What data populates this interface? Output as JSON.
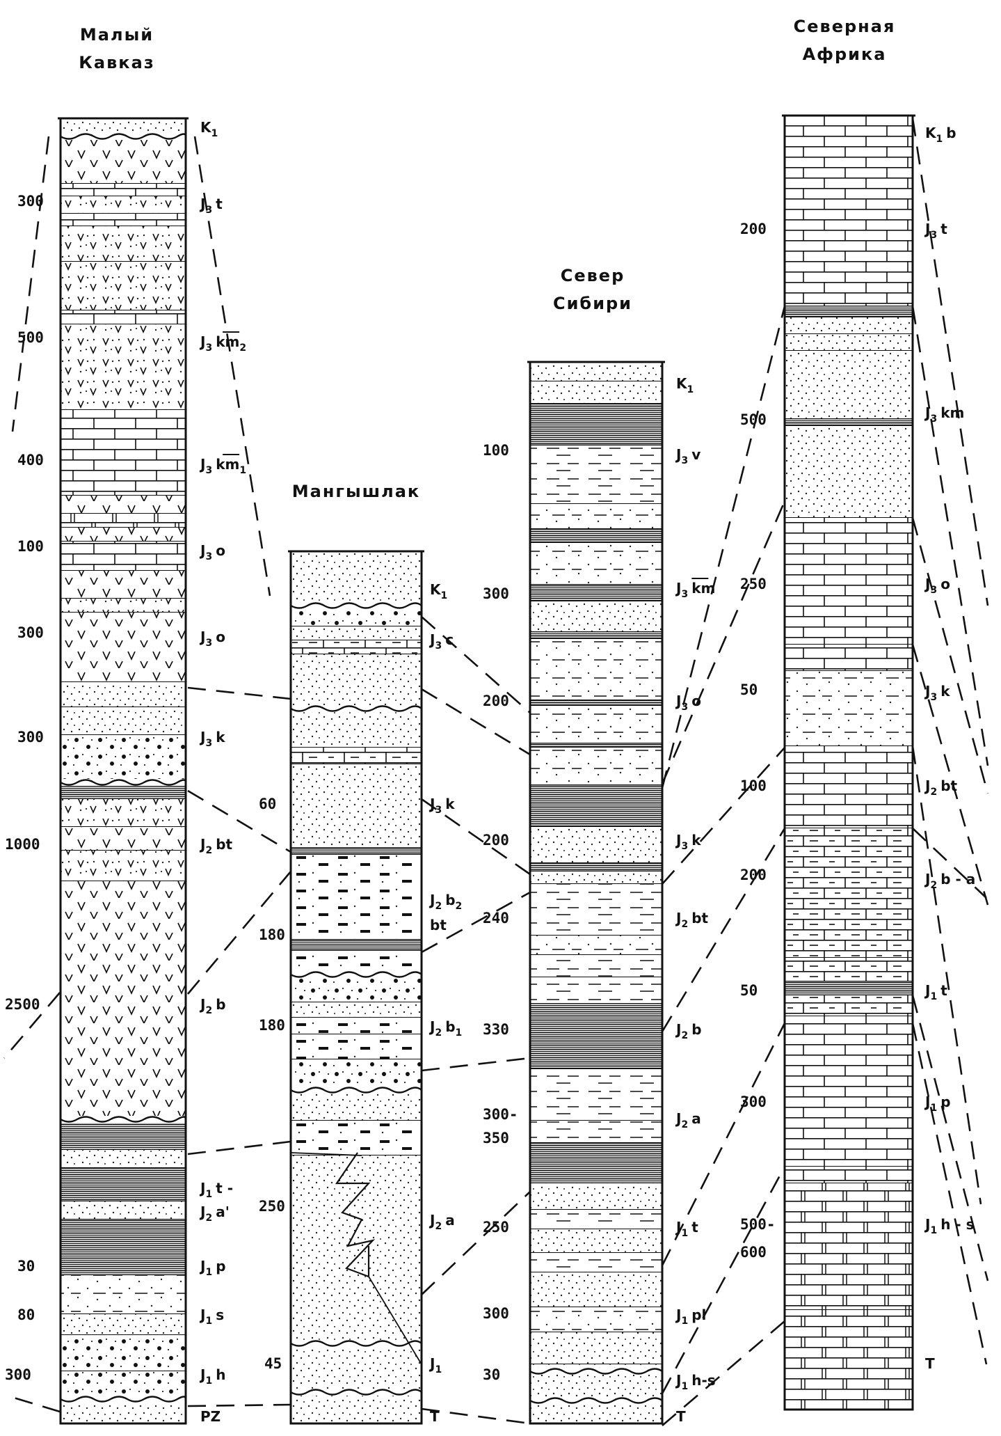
{
  "titles": {
    "malyi_kavkaz": [
      "Малый",
      "Кавказ"
    ],
    "mangyshlak": [
      "Мангышлак"
    ],
    "sever_sibiri": [
      "Север",
      "Сибири"
    ],
    "severnaya_afrika": [
      "Северная",
      "Африка"
    ]
  },
  "malyi_kavkaz": {
    "thickness": [
      "300",
      "500",
      "400",
      "100",
      "300",
      "300",
      "1000",
      "2500",
      "30",
      "80",
      "300"
    ],
    "units": [
      {
        "main": "K",
        "idx": "1",
        "rest": ""
      },
      {
        "main": "J",
        "idx": "3",
        "rest": "t"
      },
      {
        "main": "J",
        "idx": "3",
        "rest": "km",
        "bar": true,
        "sub2": "2"
      },
      {
        "main": "J",
        "idx": "3",
        "rest": "km",
        "bar": true,
        "sub2": "1"
      },
      {
        "main": "J",
        "idx": "3",
        "rest": "o"
      },
      {
        "main": "J",
        "idx": "3",
        "rest": "o"
      },
      {
        "main": "J",
        "idx": "3",
        "rest": "k"
      },
      {
        "main": "J",
        "idx": "2",
        "rest": "bt"
      },
      {
        "main": "J",
        "idx": "2",
        "rest": "b"
      },
      {
        "main": "J",
        "idx": "1",
        "rest": "t -"
      },
      {
        "main": "J",
        "idx": "2",
        "rest": "a'"
      },
      {
        "main": "J",
        "idx": "1",
        "rest": "p"
      },
      {
        "main": "J",
        "idx": "1",
        "rest": "s"
      },
      {
        "main": "J",
        "idx": "1",
        "rest": "h"
      },
      {
        "main": "PZ",
        "idx": "",
        "rest": ""
      }
    ]
  },
  "mangyshlak": {
    "thickness": [
      "60",
      "180",
      "180",
      "250",
      "45"
    ],
    "units": [
      {
        "main": "K",
        "idx": "1",
        "rest": ""
      },
      {
        "main": "J",
        "idx": "3",
        "rest": "c"
      },
      {
        "main": "J",
        "idx": "3",
        "rest": "k"
      },
      {
        "main": "J",
        "idx": "2",
        "rest": "b",
        "sub2": "2"
      },
      {
        "main": "bt",
        "idx": "",
        "rest": ""
      },
      {
        "main": "J",
        "idx": "2",
        "rest": "b",
        "sub2": "1"
      },
      {
        "main": "J",
        "idx": "2",
        "rest": "a"
      },
      {
        "main": "J",
        "idx": "1",
        "rest": ""
      },
      {
        "main": "T",
        "idx": "",
        "rest": ""
      }
    ]
  },
  "sever_sibiri": {
    "thickness": [
      "100",
      "300",
      "200",
      "200",
      "240",
      "330",
      "300-",
      "350",
      "250",
      "300",
      "30"
    ],
    "units": [
      {
        "main": "K",
        "idx": "1",
        "rest": ""
      },
      {
        "main": "J",
        "idx": "3",
        "rest": "v"
      },
      {
        "main": "J",
        "idx": "3",
        "rest": "km",
        "bar": true
      },
      {
        "main": "J",
        "idx": "3",
        "rest": "o"
      },
      {
        "main": "J",
        "idx": "3",
        "rest": "k"
      },
      {
        "main": "J",
        "idx": "2",
        "rest": "bt"
      },
      {
        "main": "J",
        "idx": "2",
        "rest": "b"
      },
      {
        "main": "J",
        "idx": "2",
        "rest": "a"
      },
      {
        "main": "J",
        "idx": "1",
        "rest": "t"
      },
      {
        "main": "J",
        "idx": "1",
        "rest": "pl"
      },
      {
        "main": "J",
        "idx": "1",
        "rest": "h-s"
      },
      {
        "main": "T",
        "idx": "",
        "rest": ""
      }
    ]
  },
  "severnaya_afrika": {
    "thickness": [
      "200",
      "500",
      "250",
      "50",
      "100",
      "200",
      "50",
      "300",
      "500-",
      "600"
    ],
    "units": [
      {
        "main": "K",
        "idx": "1",
        "rest": "b"
      },
      {
        "main": "J",
        "idx": "3",
        "rest": "t"
      },
      {
        "main": "J",
        "idx": "3",
        "rest": "km"
      },
      {
        "main": "J",
        "idx": "3",
        "rest": "o"
      },
      {
        "main": "J",
        "idx": "3",
        "rest": "k"
      },
      {
        "main": "J",
        "idx": "2",
        "rest": "bt"
      },
      {
        "main": "J",
        "idx": "2",
        "rest": "b - a"
      },
      {
        "main": "J",
        "idx": "1",
        "rest": "t"
      },
      {
        "main": "J",
        "idx": "1",
        "rest": "p"
      },
      {
        "main": "J",
        "idx": "1",
        "rest": "h - s"
      },
      {
        "main": "T",
        "idx": "",
        "rest": ""
      }
    ]
  }
}
